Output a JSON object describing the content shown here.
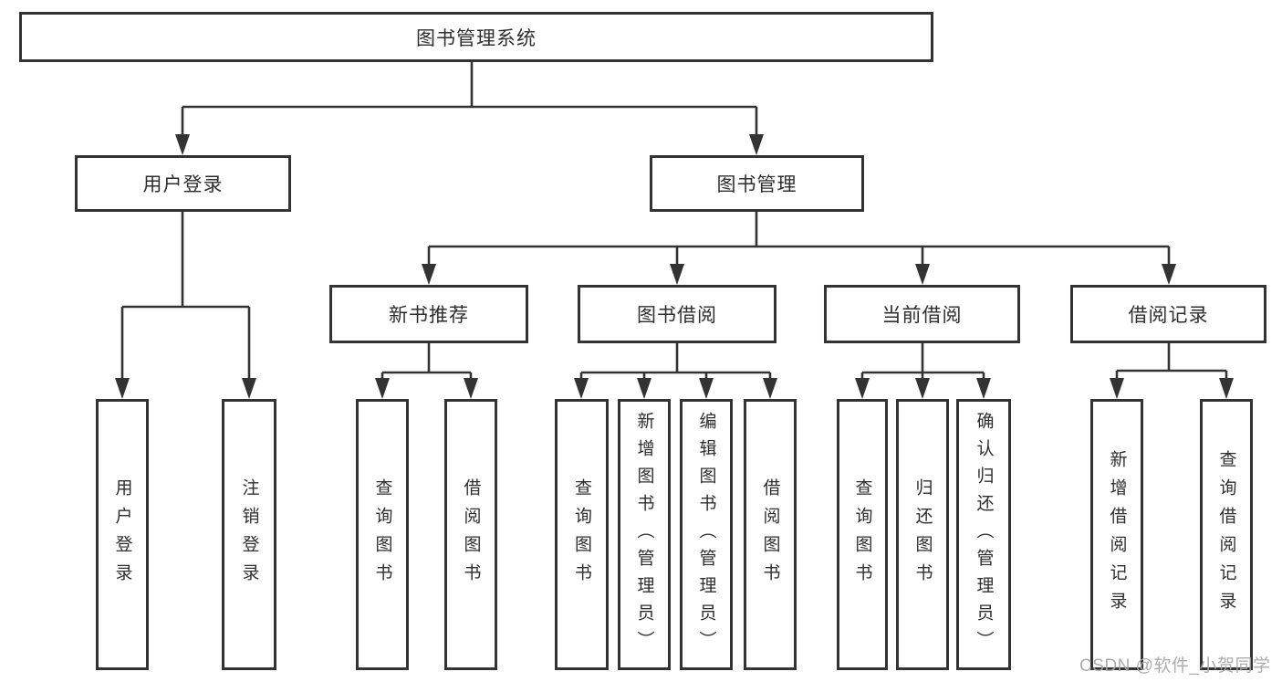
{
  "root": {
    "label": "图书管理系统"
  },
  "branches": [
    {
      "label": "用户登录",
      "children": [
        {
          "label": "用户登录"
        },
        {
          "label": "注销登录"
        }
      ]
    },
    {
      "label": "图书管理",
      "groups": [
        {
          "label": "新书推荐",
          "children": [
            {
              "label": "查询图书"
            },
            {
              "label": "借阅图书"
            }
          ]
        },
        {
          "label": "图书借阅",
          "children": [
            {
              "label": "查询图书"
            },
            {
              "label": "新增图书（管理员）"
            },
            {
              "label": "编辑图书（管理员）"
            },
            {
              "label": "借阅图书"
            }
          ]
        },
        {
          "label": "当前借阅",
          "children": [
            {
              "label": "查询图书"
            },
            {
              "label": "归还图书"
            },
            {
              "label": "确认归还（管理员）"
            }
          ]
        },
        {
          "label": "借阅记录",
          "children": [
            {
              "label": "新增借阅记录"
            },
            {
              "label": "查询借阅记录"
            }
          ]
        }
      ]
    }
  ],
  "watermark": "CSDN @软件_小贺同学",
  "colors": {
    "line": "#333333",
    "text": "#2e2e2e",
    "watermark": "#a8a8a8",
    "background": "#ffffff"
  }
}
